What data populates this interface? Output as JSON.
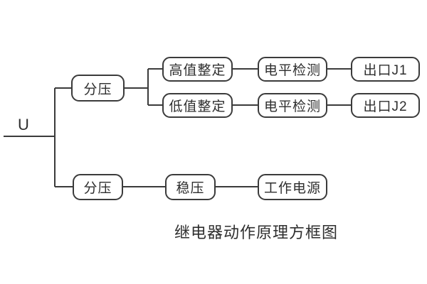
{
  "diagram": {
    "source_label": "U",
    "caption": "继电器动作原理方框图",
    "colors": {
      "line": "#3b3b3b",
      "text": "#2e2e2e",
      "background": "#ffffff"
    },
    "nodes": {
      "divider_top": "分压",
      "high_set": "高值整定",
      "level_detect_1": "电平检测",
      "output_j1": "出口J1",
      "low_set": "低值整定",
      "level_detect_2": "电平检测",
      "output_j2": "出口J2",
      "divider_bottom": "分压",
      "regulator": "稳压",
      "working_power": "工作电源"
    }
  }
}
